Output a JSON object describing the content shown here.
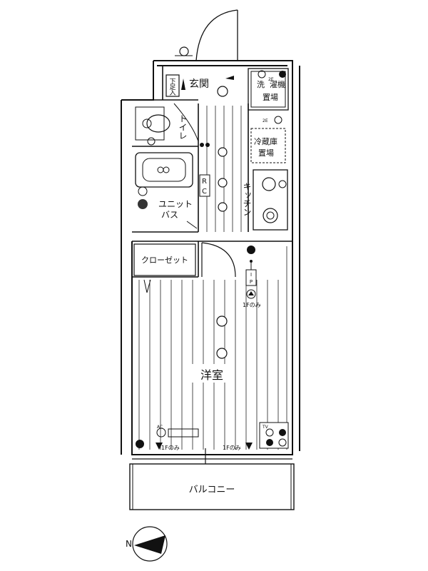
{
  "rooms": {
    "entrance": "玄関",
    "shoe_box": "下足入",
    "washer": "洗濯機置場",
    "fridge": "冷蔵庫置場",
    "toilet": "トイレ",
    "rc": "RC",
    "kitchen": "キッチン",
    "unit_bath": "ユニットバス",
    "closet": "クローゼット",
    "western_room": "洋室",
    "balcony": "バルコニー"
  },
  "symbols": {
    "ip": "IP",
    "first_floor_only": "1Fのみ",
    "ac": "AC",
    "tv": "TV",
    "breaker": "2E",
    "north": "N"
  },
  "colors": {
    "line": "#111111",
    "floor_lines": "#222222",
    "background": "#ffffff"
  },
  "icons": [
    "compass-icon",
    "outlet-icon",
    "light-icon",
    "stove-icon",
    "toilet-icon",
    "bathtub-icon"
  ]
}
